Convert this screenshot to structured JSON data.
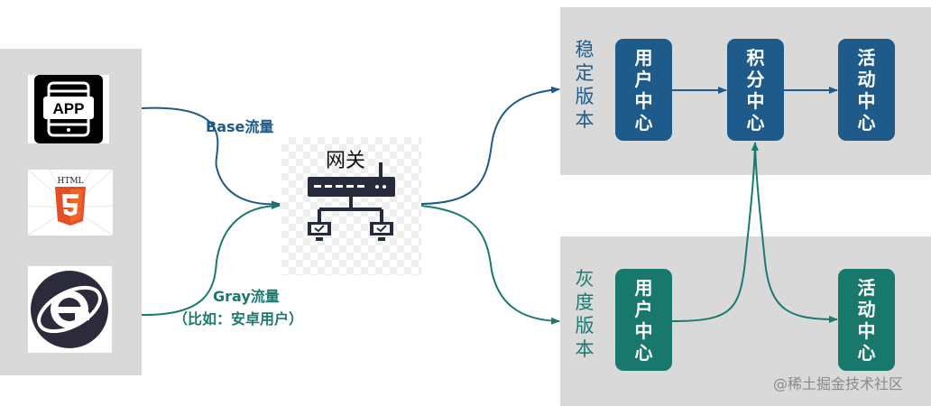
{
  "clients": {
    "app_label": "APP",
    "html5_label": "HTML"
  },
  "gateway": {
    "title": "网关"
  },
  "flows": {
    "base": "Base流量",
    "gray": "Gray流量",
    "gray_note": "（比如：安卓用户）"
  },
  "stable": {
    "label": "稳定版本",
    "services": [
      "用户中心",
      "积分中心",
      "活动中心"
    ]
  },
  "gray": {
    "label": "灰度版本",
    "services": [
      "用户中心",
      "活动中心"
    ]
  },
  "watermark": "@稀土掘金技术社区",
  "colors": {
    "blue": "#1e5a8a",
    "teal": "#19786c",
    "panel": "#d9d9d9"
  }
}
